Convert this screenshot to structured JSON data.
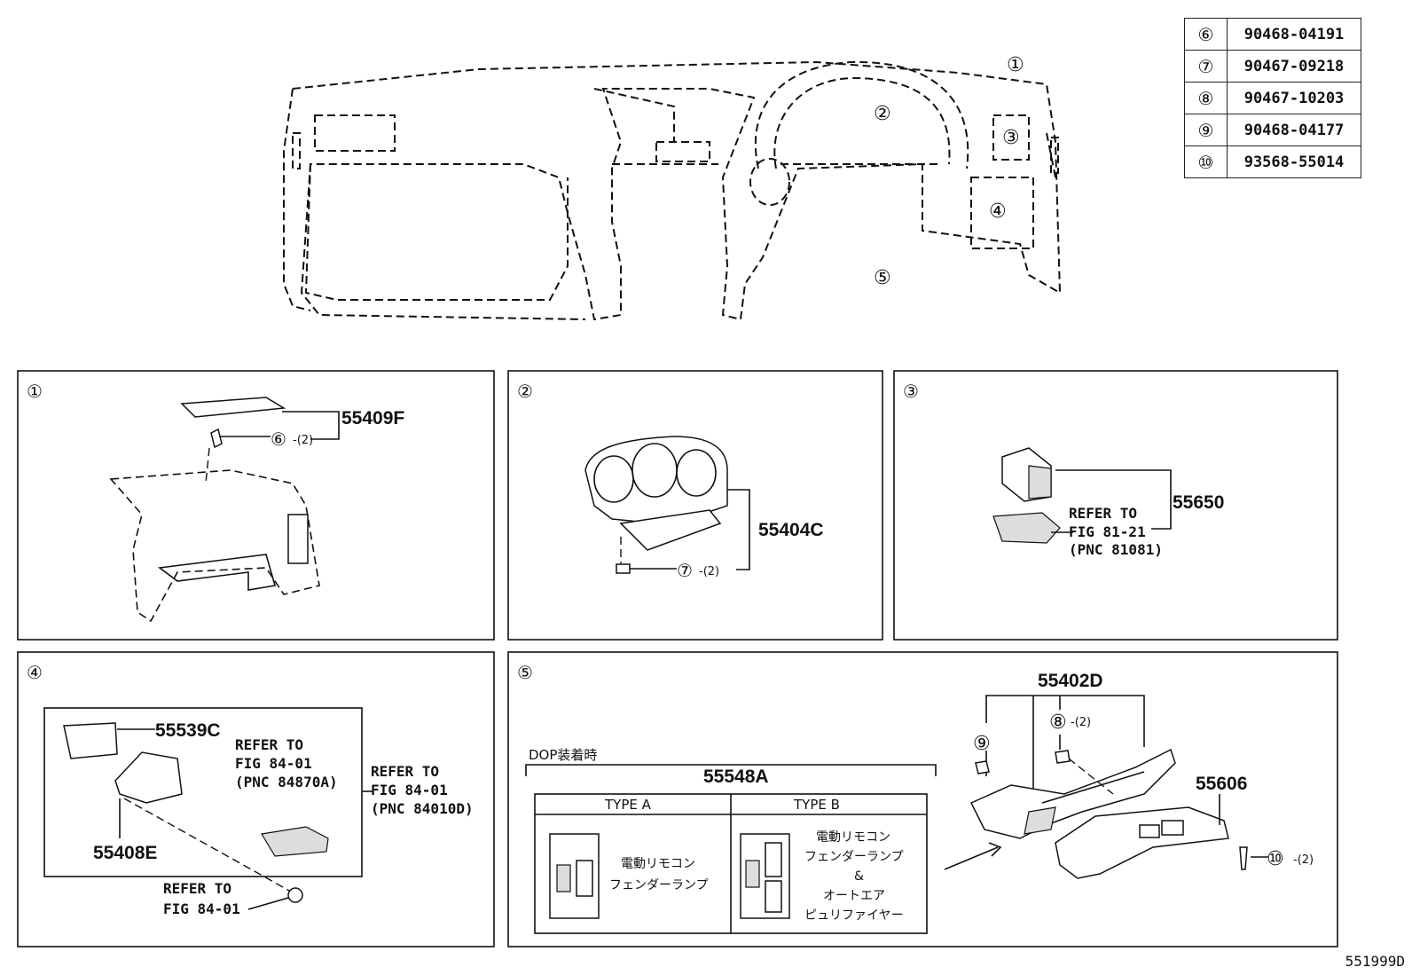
{
  "legend": [
    {
      "key": "⑥",
      "part": "90468-04191"
    },
    {
      "key": "⑦",
      "part": "90467-09218"
    },
    {
      "key": "⑧",
      "part": "90467-10203"
    },
    {
      "key": "⑨",
      "part": "90468-04177"
    },
    {
      "key": "⑩",
      "part": "93568-55014"
    }
  ],
  "overview": {
    "c1": "①",
    "c2": "②",
    "c3": "③",
    "c4": "④",
    "c5": "⑤"
  },
  "panel1": {
    "index": "①",
    "part": "55409F",
    "clip": "⑥",
    "qty": "-(2)"
  },
  "panel2": {
    "index": "②",
    "part": "55404C",
    "clip": "⑦",
    "qty": "-(2)"
  },
  "panel3": {
    "index": "③",
    "part": "55650",
    "refer": [
      "REFER TO",
      "FIG 81-21",
      "(PNC 81081)"
    ]
  },
  "panel4": {
    "index": "④",
    "part_a": "55539C",
    "part_b": "55408E",
    "refer_inner": [
      "REFER TO",
      "FIG 84-01",
      "(PNC 84870A)"
    ],
    "refer_outer": [
      "REFER TO",
      "FIG 84-01",
      "(PNC 84010D)"
    ],
    "refer_bottom": [
      "REFER TO",
      "FIG 84-01"
    ]
  },
  "panel5": {
    "index": "⑤",
    "dop_label": "DOP装着時",
    "dop_part": "55548A",
    "type_a": "TYPE A",
    "type_b": "TYPE B",
    "type_a_text": [
      "電動リモコン",
      "フェンダーランプ"
    ],
    "type_b_text": [
      "電動リモコン",
      "フェンダーランプ",
      "&",
      "オートエア",
      "ピュリファイヤー"
    ],
    "part_top": "55402D",
    "clip9": "⑨",
    "clip8": "⑧",
    "clip8_qty": "-(2)",
    "part_right": "55606",
    "clip10": "⑩",
    "clip10_qty": "-(2)"
  },
  "footer": "551999D"
}
